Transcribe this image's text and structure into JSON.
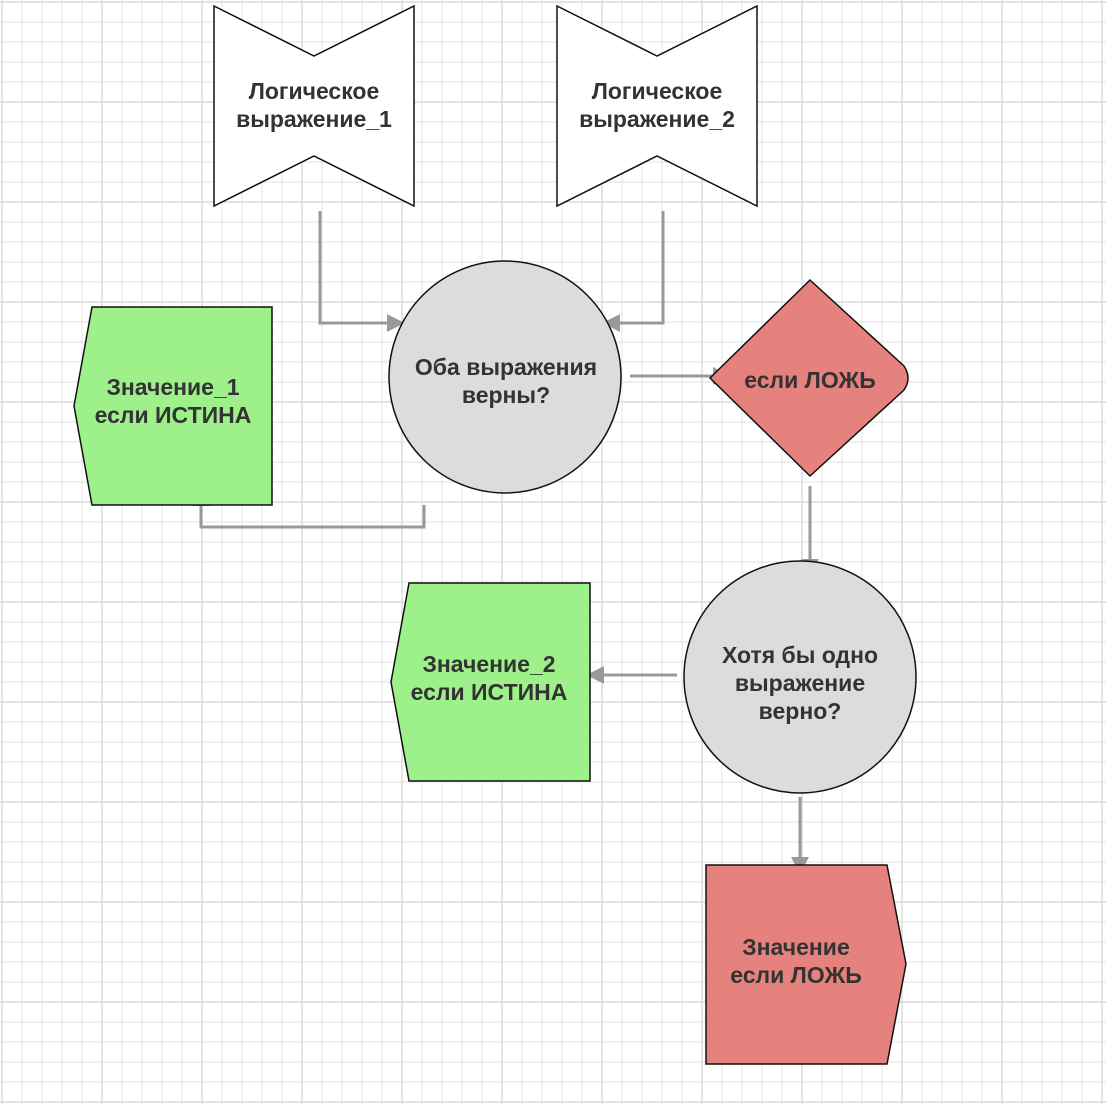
{
  "colors": {
    "grid": "#d9d9d9",
    "connector": "#999999",
    "white_shape": "#ffffff",
    "gray_circle": "#dddbdc",
    "green_shape": "#9ef08b",
    "red_shape": "#e6827e",
    "outline": "#111111",
    "text": "#333333"
  },
  "nodes": {
    "input1": {
      "text": "Логическое\nвыражение_1"
    },
    "input2": {
      "text": "Логическое\nвыражение_2"
    },
    "both_true": {
      "text": "Оба выражения\nверны?"
    },
    "if_false": {
      "text": "если ЛОЖЬ"
    },
    "value1": {
      "text": "Значение_1\nесли ИСТИНА"
    },
    "value2": {
      "text": "Значение_2\nесли ИСТИНА"
    },
    "at_least_one": {
      "text": "Хотя бы одно\nвыражение\nверно?"
    },
    "value_false": {
      "text": "Значение\nесли ЛОЖЬ"
    }
  }
}
